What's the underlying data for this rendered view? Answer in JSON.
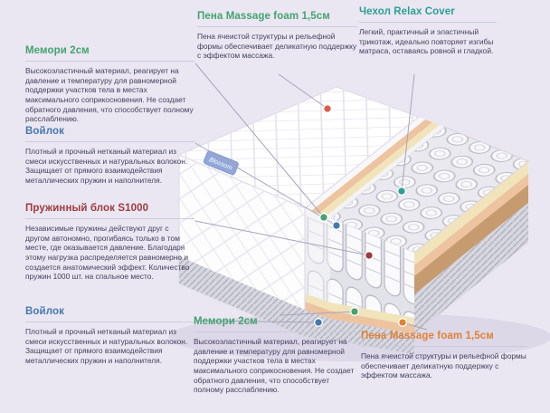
{
  "background_color": "#eae7f2",
  "mattress": {
    "tag_label": "Blossom",
    "layer_colors": {
      "foam_top_dot": "#d95f4c",
      "cover_teal": "#2d9e95",
      "memori_green": "#44a370",
      "voilok_blue": "#4678ad",
      "springs_maroon": "#9e3a3e",
      "foam_orange": "#e08236"
    }
  },
  "annotations": {
    "memori_left": {
      "title": "Мемори 2см",
      "color": "#44a370",
      "body": "Высокоэластичный материал, реагирует на давление и температуру для равномерной поддержки участков тела в местах максимального соприкосновения. Не создает обратного давления, что способствует полному расслаблению."
    },
    "voilok_top": {
      "title": "Войлок",
      "color": "#4678ad",
      "body": "Плотный и прочный нетканый материал из смеси искусственных и натуральных волокон. Защищает от прямого взаимодействия металлических пружин и наполнителя."
    },
    "springs": {
      "title": "Пружинный блок S1000",
      "color": "#9e3a3e",
      "body": "Независимые пружины действуют друг с другом автономно, прогибаясь только в том месте, где оказывается давление. Благодаря этому нагрузка распределяется равномерно и создается анатомический эффект. Количество пружин 1000 шт. на спальное место."
    },
    "voilok_bottom": {
      "title": "Войлок",
      "color": "#4678ad",
      "body": "Плотный и прочный нетканый материал из смеси искусственных и натуральных волокон. Защищает от прямого взаимодействия металлических пружин и наполнителя."
    },
    "foam_top": {
      "title": "Пена Massage foam 1,5см",
      "color": "#44a370",
      "body": "Пена ячеистой структуры и рельефной формы обеспечивает деликатную поддержку с эффектом массажа."
    },
    "cover": {
      "title": "Чехол Relax Cover",
      "color": "#2d9e95",
      "body": "Легкий, практичный и эластичный трикотаж, идеально повторяет изгибы матраса, оставаясь ровной и гладкой."
    },
    "memori_bottom": {
      "title": "Мемори 2см",
      "color": "#44a370",
      "body": "Высокоэластичный материал, реагирует на давление и температуру для равномерной поддержки участков тела в местах максимального соприкосновения. Не создает обратного давления, что способствует полному расслаблению."
    },
    "foam_bottom": {
      "title": "Пена Massage foam 1,5см",
      "color": "#e08236",
      "body": "Пена ячеистой структуры и рельефной формы обеспечивает деликатную поддержку с эффектом массажа."
    }
  }
}
